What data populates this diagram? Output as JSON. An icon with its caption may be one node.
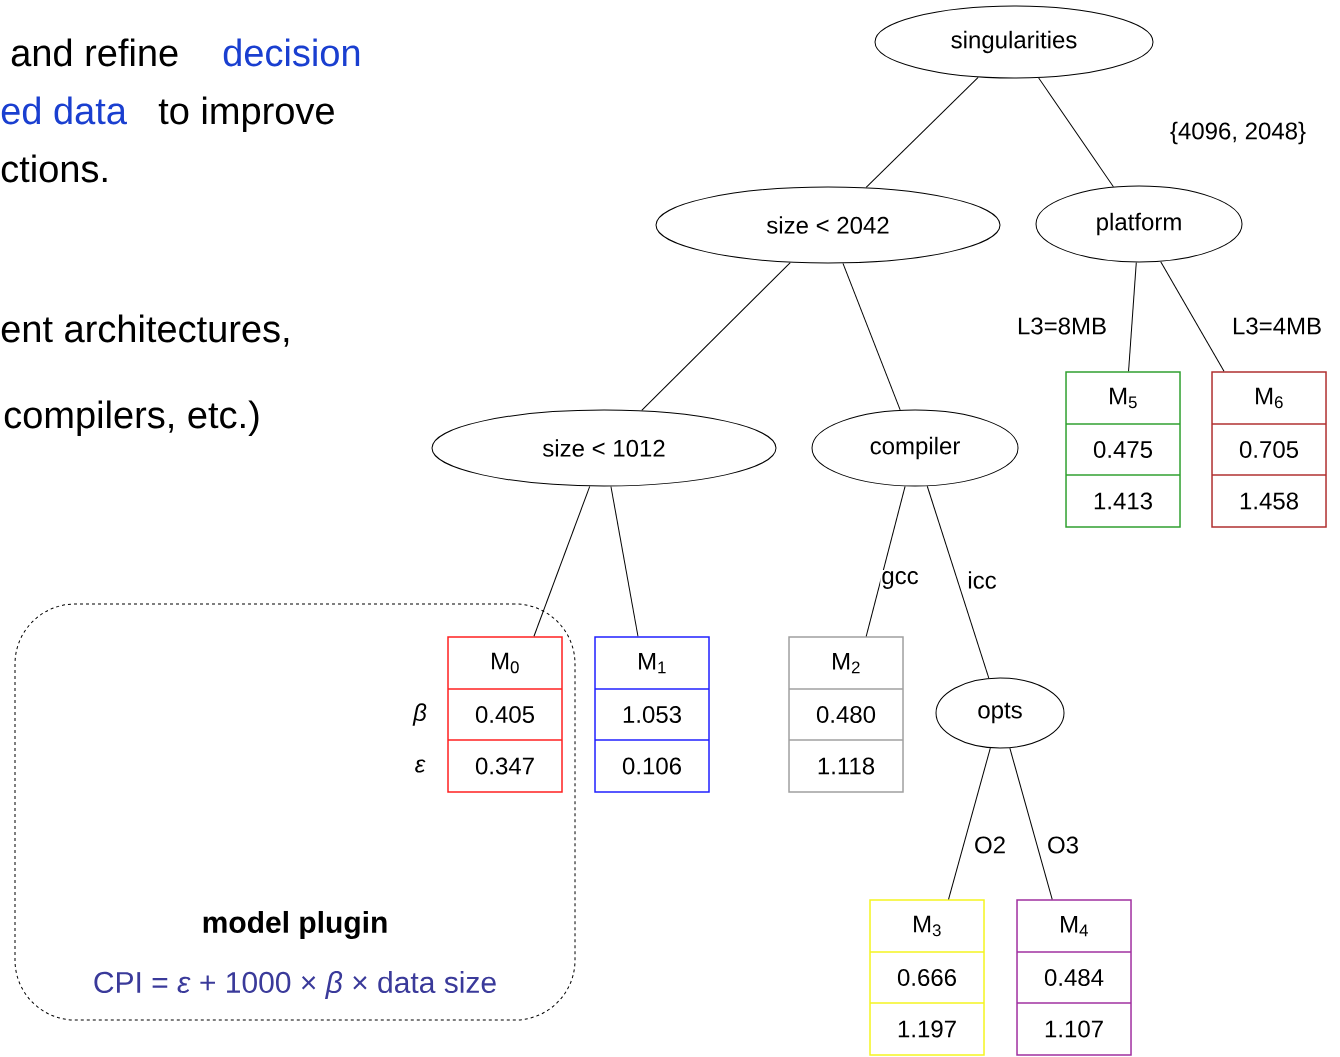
{
  "diagram": {
    "nodes": [
      {
        "text": [
          "singularities"
        ]
      },
      {
        "text": [
          "size < 2042"
        ]
      },
      {
        "text": [
          "platform"
        ]
      },
      {
        "text": [
          "size < 1012"
        ]
      },
      {
        "text": [
          "compiler"
        ]
      },
      {
        "text": [
          "M$_{5}$",
          "0.475",
          "1.413"
        ]
      },
      {
        "text": [
          "M$_{6}$",
          "0.705",
          "1.458"
        ]
      },
      {
        "text": [
          "model plugin",
          "CPI = *ε* + 1000 × *β* × data size"
        ]
      },
      {
        "text": [
          "M$_{0}$",
          "0.405",
          "0.347"
        ],
        "in": 7,
        "beside": [
          "β",
          "ε"
        ]
      },
      {
        "text": [
          "M$_{1}$",
          "1.053",
          "0.106"
        ]
      },
      {
        "text": [
          "M$_{2}$",
          "0.480",
          "1.118"
        ]
      },
      {
        "text": [
          "opts"
        ]
      },
      {
        "text": [
          "M$_{3}$",
          "0.666",
          "1.197"
        ]
      },
      {
        "text": [
          "M$_{4}$",
          "0.484",
          "1.107"
        ]
      }
    ],
    "edges": [
      {
        "from": 0,
        "to": 1,
        "arrow": "none"
      },
      {
        "from": 0,
        "to": 2,
        "arrow": "none",
        "label": "{4096, 2048}"
      },
      {
        "from": 1,
        "to": 3,
        "arrow": "none"
      },
      {
        "from": 1,
        "to": 4,
        "arrow": "none"
      },
      {
        "from": 2,
        "to": 5,
        "arrow": "none",
        "label": "L3=8MB"
      },
      {
        "from": 2,
        "to": 6,
        "arrow": "none",
        "label": "L3=4MB"
      },
      {
        "from": 3,
        "to": 8,
        "arrow": "none"
      },
      {
        "from": 3,
        "to": 9,
        "arrow": "none"
      },
      {
        "from": 4,
        "to": 10,
        "arrow": "none",
        "label": "gcc"
      },
      {
        "from": 4,
        "to": 11,
        "arrow": "none",
        "label": "icc"
      },
      {
        "from": 11,
        "to": 12,
        "arrow": "none",
        "label": "O2"
      },
      {
        "from": 11,
        "to": 13,
        "arrow": "none",
        "label": "O3"
      }
    ],
    "labels": [
      "and refine",
      "decision",
      "ed data",
      "to improve",
      "ctions.",
      "ent architectures,",
      "compilers, etc.)"
    ]
  }
}
